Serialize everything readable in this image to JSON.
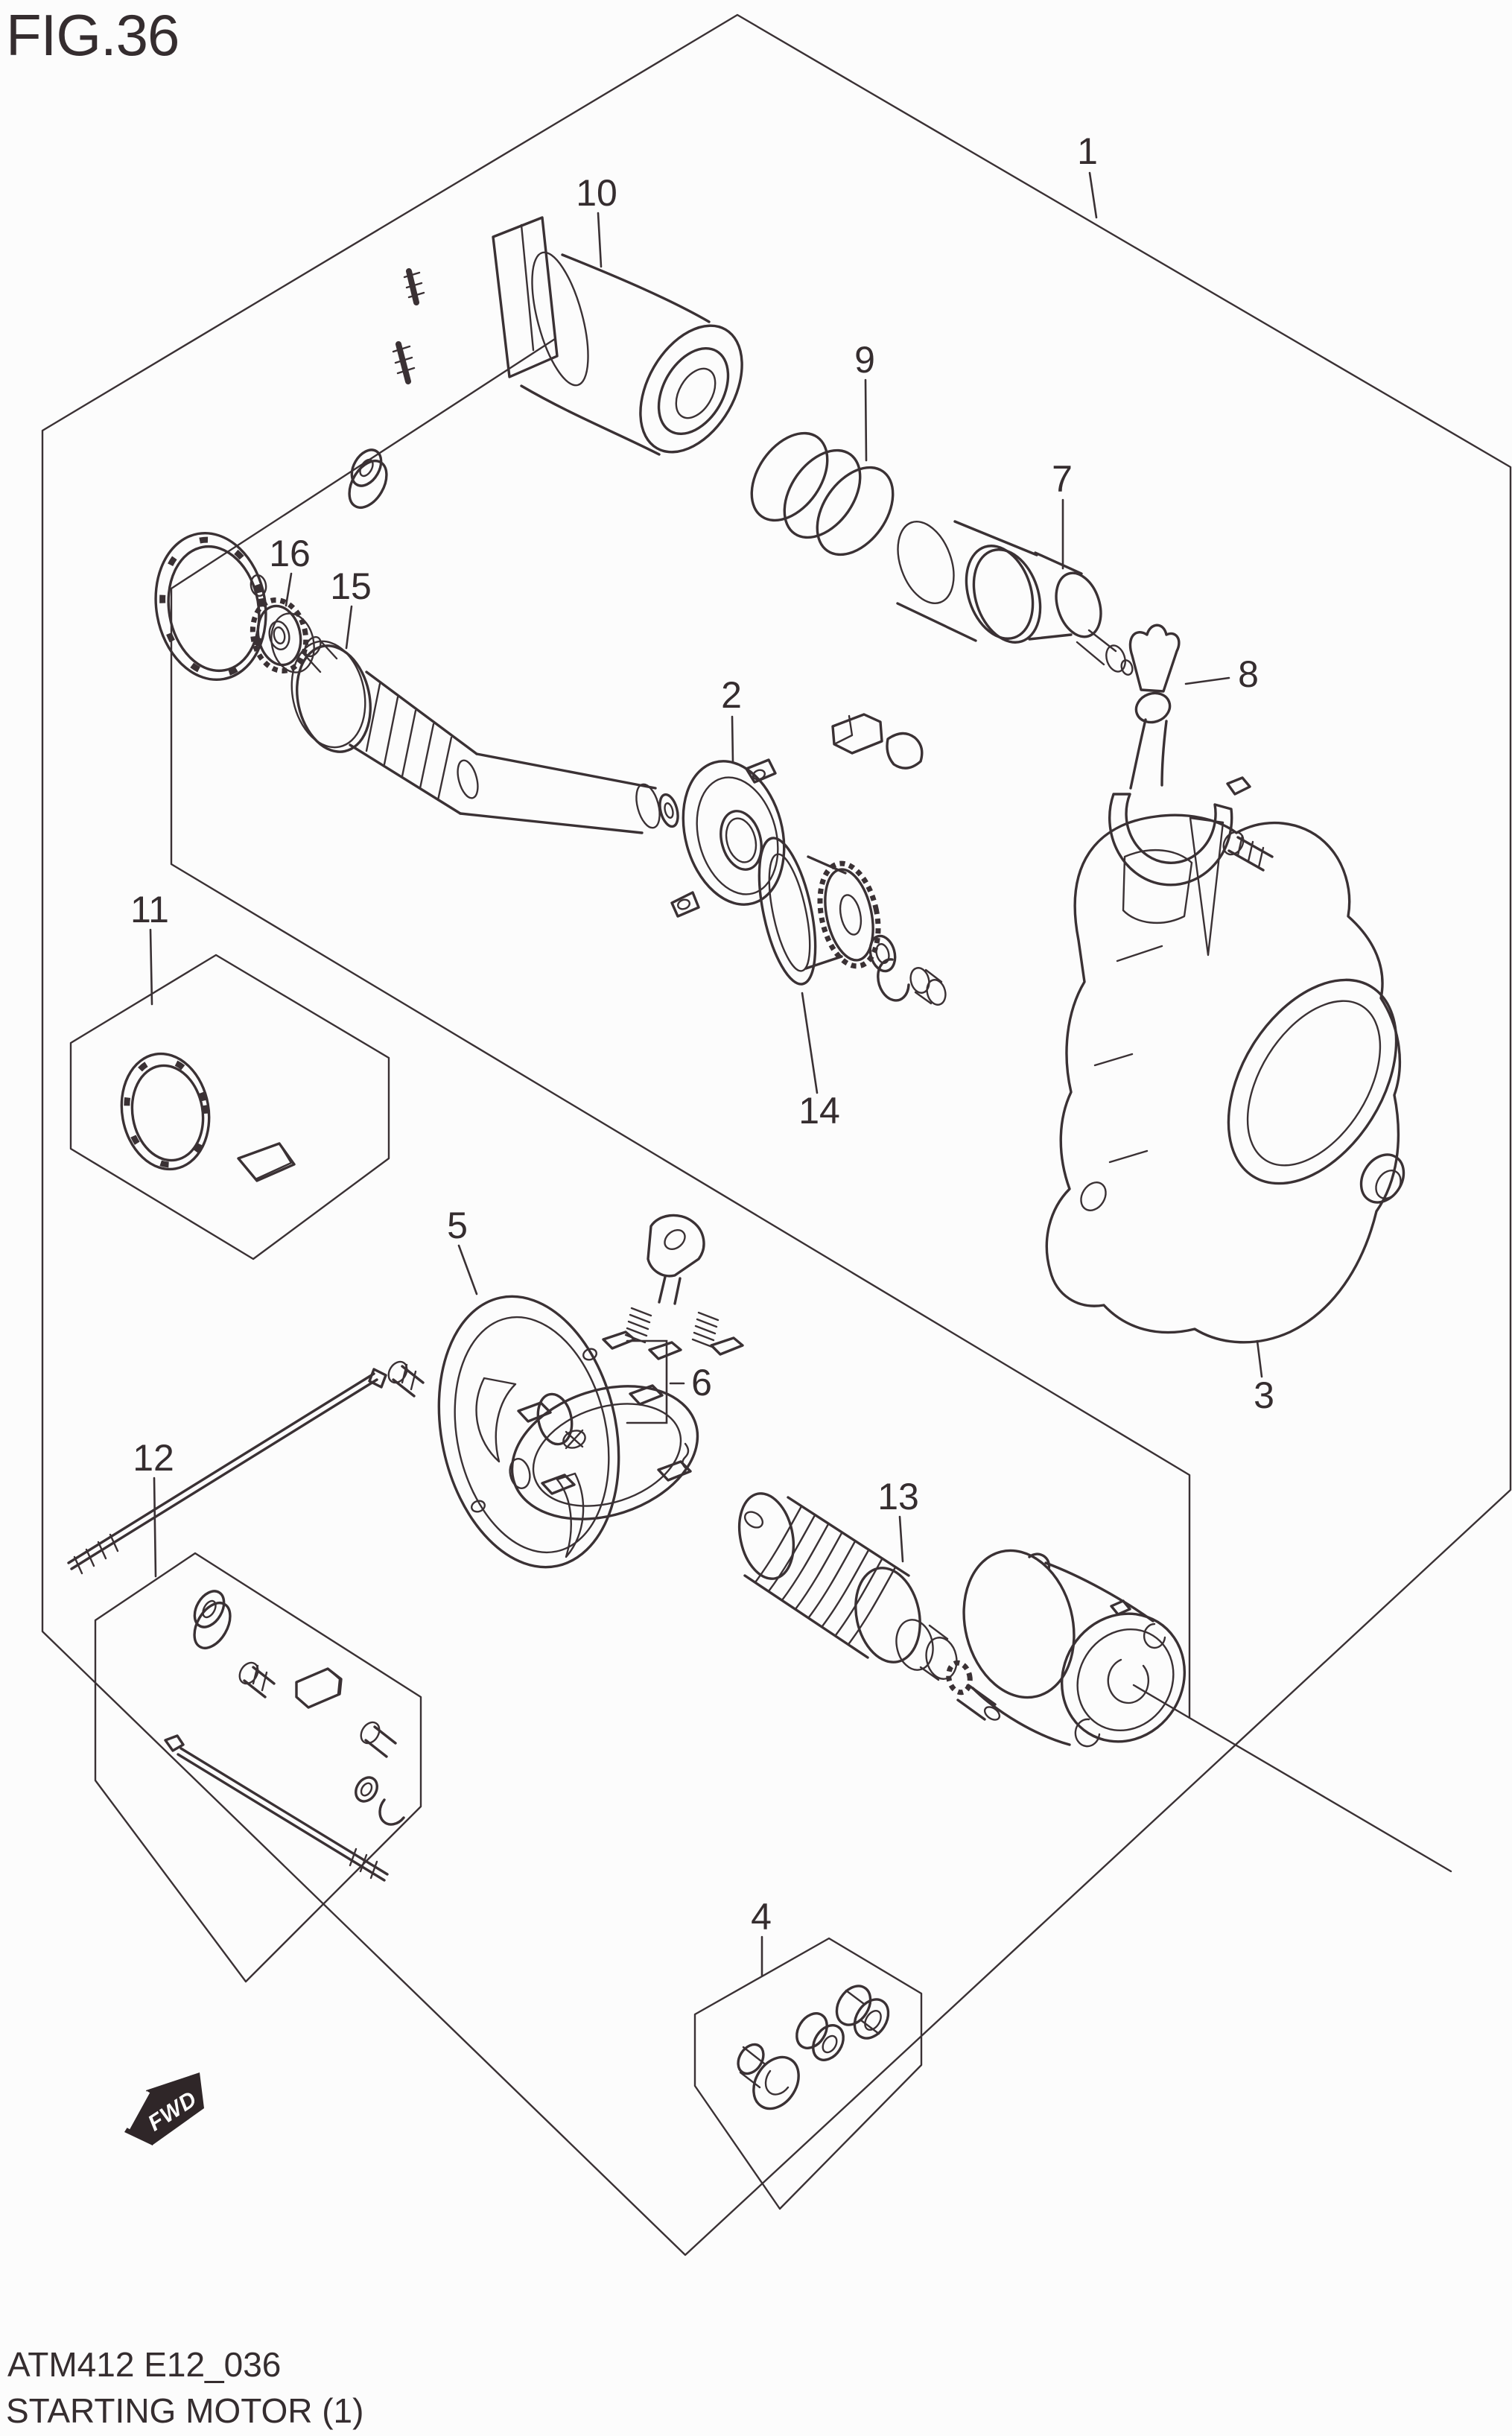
{
  "figure": {
    "title": "FIG.36"
  },
  "footer": {
    "code": "ATM412 E12_036",
    "caption": "STARTING MOTOR (1)"
  },
  "fwd": {
    "label": "FWD"
  },
  "colors": {
    "line": "#3a3134",
    "background": "#fcfcfc",
    "marker_fill": "#2f2628",
    "marker_text": "#ffffff"
  },
  "callouts": [
    {
      "num": "1"
    },
    {
      "num": "2"
    },
    {
      "num": "3"
    },
    {
      "num": "4"
    },
    {
      "num": "5"
    },
    {
      "num": "6"
    },
    {
      "num": "7"
    },
    {
      "num": "8"
    },
    {
      "num": "9"
    },
    {
      "num": "10"
    },
    {
      "num": "11"
    },
    {
      "num": "12"
    },
    {
      "num": "13"
    },
    {
      "num": "14"
    },
    {
      "num": "15"
    },
    {
      "num": "16"
    }
  ]
}
